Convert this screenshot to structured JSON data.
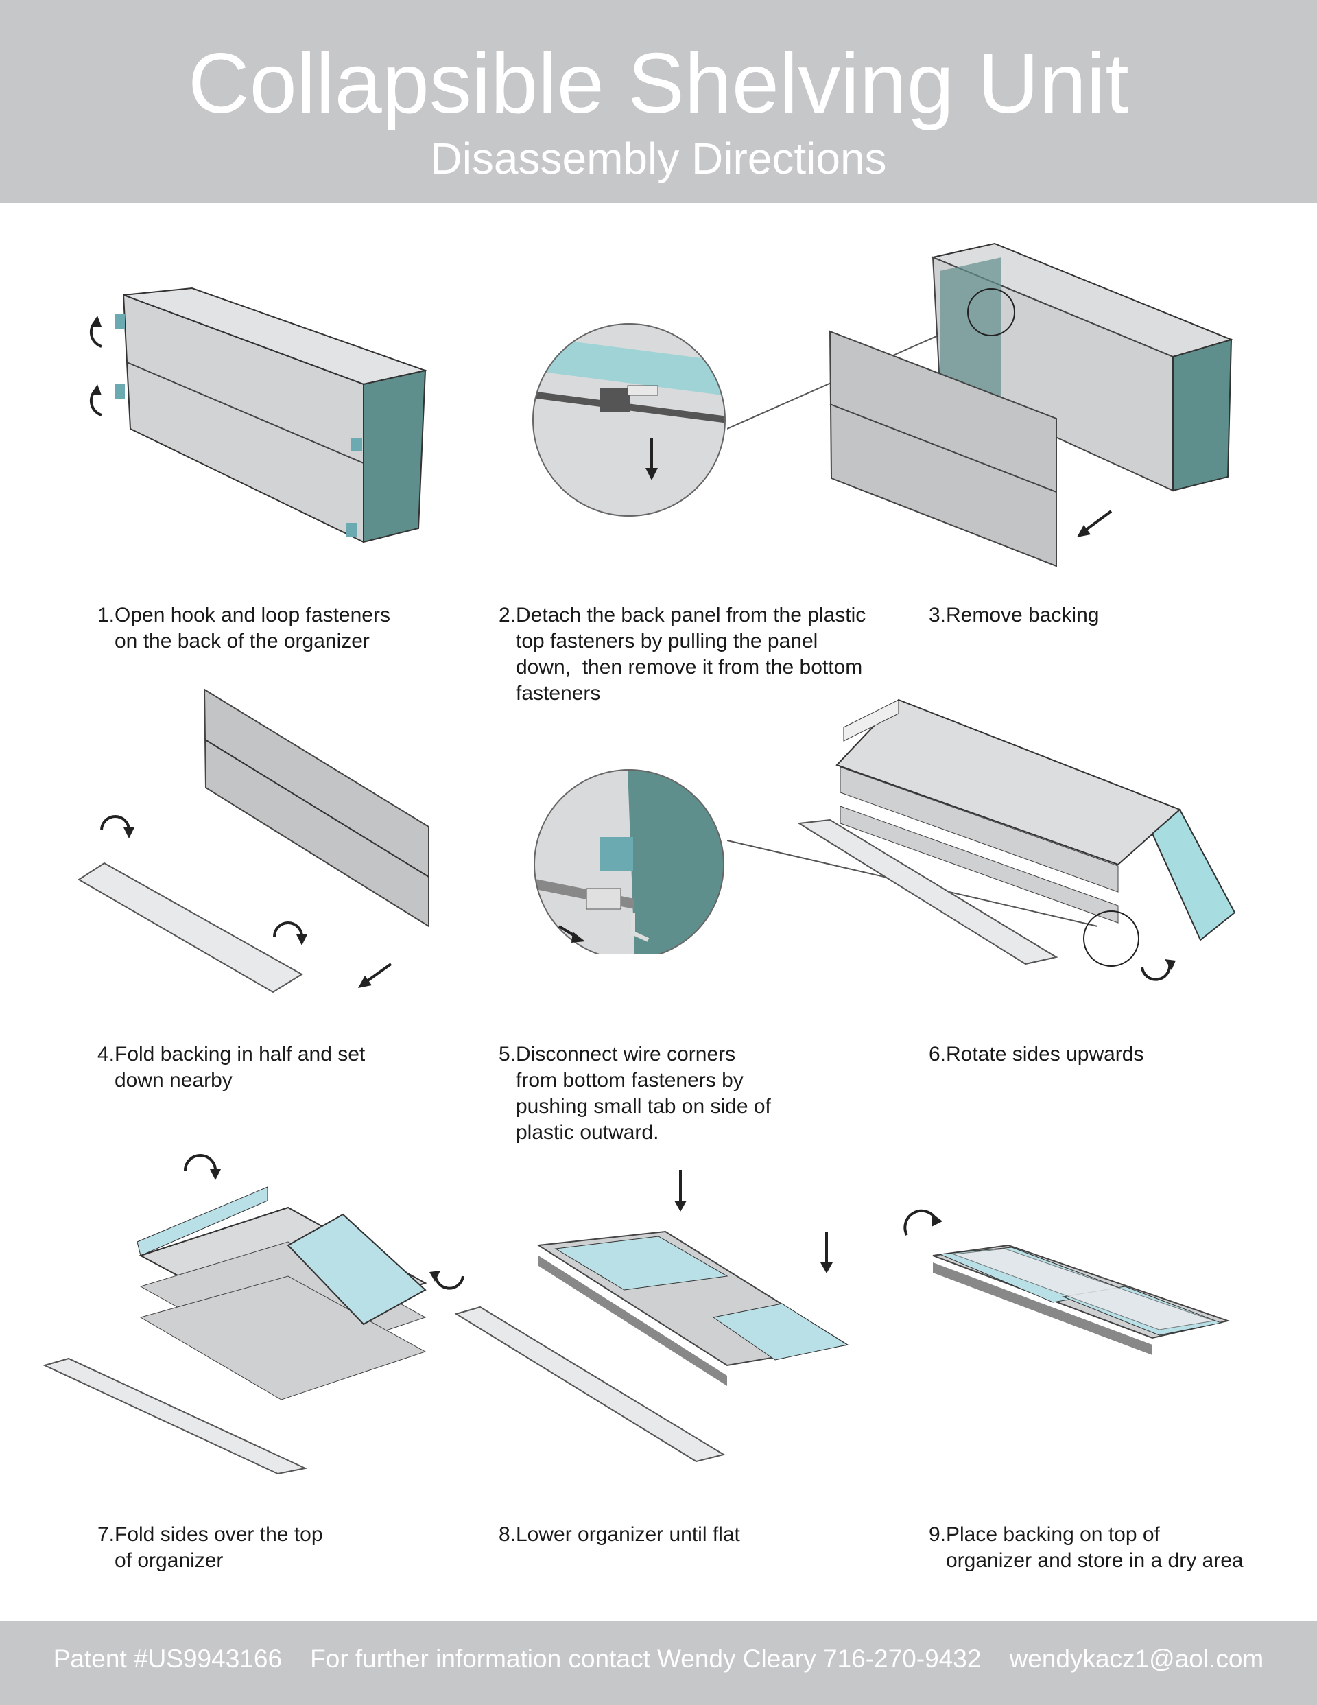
{
  "header": {
    "title": "Collapsible Shelving Unit",
    "subtitle": "Disassembly Directions"
  },
  "steps": [
    {
      "number": "1.",
      "text": "Open hook and loop fasteners\non the back of the organizer"
    },
    {
      "number": "2.",
      "text": "Detach the back panel from the plastic\ntop fasteners by pulling the panel\ndown,  then remove it from the bottom\nfasteners"
    },
    {
      "number": "3.",
      "text": "Remove backing"
    },
    {
      "number": "4.",
      "text": "Fold backing in half and set\ndown nearby"
    },
    {
      "number": "5.",
      "text": "Disconnect wire corners\nfrom bottom fasteners by\npushing small tab on side of\nplastic outward."
    },
    {
      "number": "6.",
      "text": "Rotate sides upwards"
    },
    {
      "number": "7.",
      "text": "Fold sides over the top\nof organizer"
    },
    {
      "number": "8.",
      "text": "Lower organizer until flat"
    },
    {
      "number": "9.",
      "text": "Place backing on top of\norganizer and store in a dry area"
    }
  ],
  "footer": {
    "text": "Patent #US9943166    For further information contact Wendy Cleary 716-270-9432    wendykacz1@aol.com"
  },
  "colors": {
    "header_band": "#c6c7c9",
    "panel_gray": "#d4d5d7",
    "panel_teal": "#5f8f8c",
    "panel_light_blue": "#b9e0e6",
    "tab_teal": "#6aaab0"
  }
}
